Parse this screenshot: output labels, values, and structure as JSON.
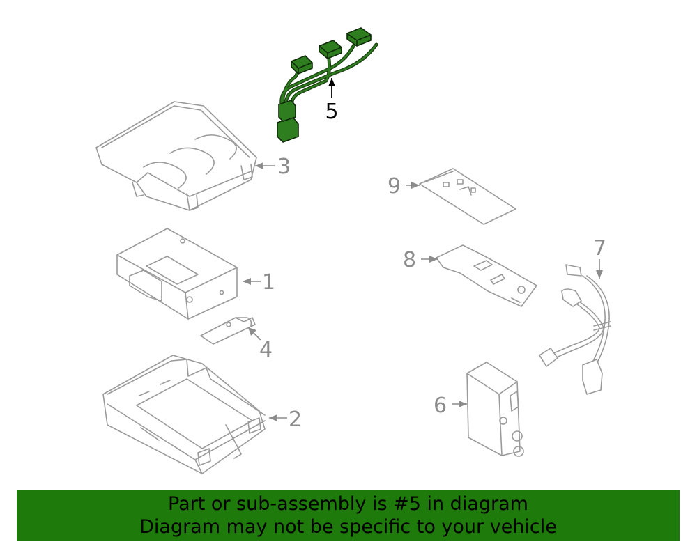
{
  "callouts": {
    "c1": "1",
    "c2": "2",
    "c3": "3",
    "c4": "4",
    "c5": "5",
    "c6": "6",
    "c7": "7",
    "c8": "8",
    "c9": "9"
  },
  "highlighted_part": "5",
  "colors": {
    "highlight": "#2e7d1f",
    "banner_background": "#1f7a0c",
    "line_art": "#9a9a9a"
  },
  "banner": {
    "line1": "Part or sub-assembly is #5 in diagram",
    "line2": "Diagram may not be specific to your vehicle"
  }
}
